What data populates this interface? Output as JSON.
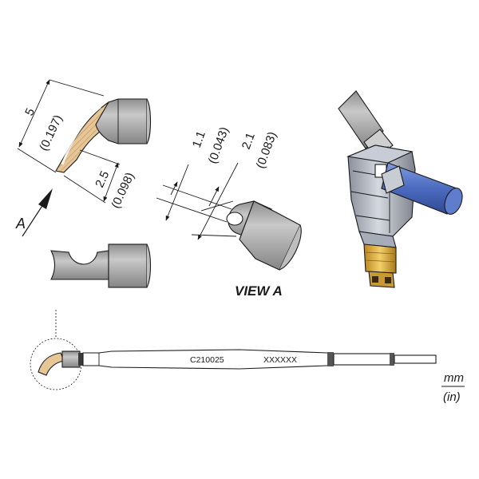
{
  "dims": {
    "length_total": "5",
    "length_total_in": "(0.197)",
    "length_tip": "2.5",
    "length_tip_in": "(0.098)",
    "width_inner": "1.1",
    "width_inner_in": "(0.043)",
    "width_outer": "2.1",
    "width_outer_in": "(0.083)"
  },
  "view_arrow_label": "A",
  "view_label": "VIEW A",
  "cartridge": {
    "model": "C210025",
    "serial": "XXXXXX"
  },
  "units": {
    "primary": "mm",
    "secondary": "(in)"
  },
  "colors": {
    "metal": "#a7a7a7",
    "brass": "#e1c08f",
    "blue_handle": "#5272c4",
    "gold": "#e2b13c"
  }
}
